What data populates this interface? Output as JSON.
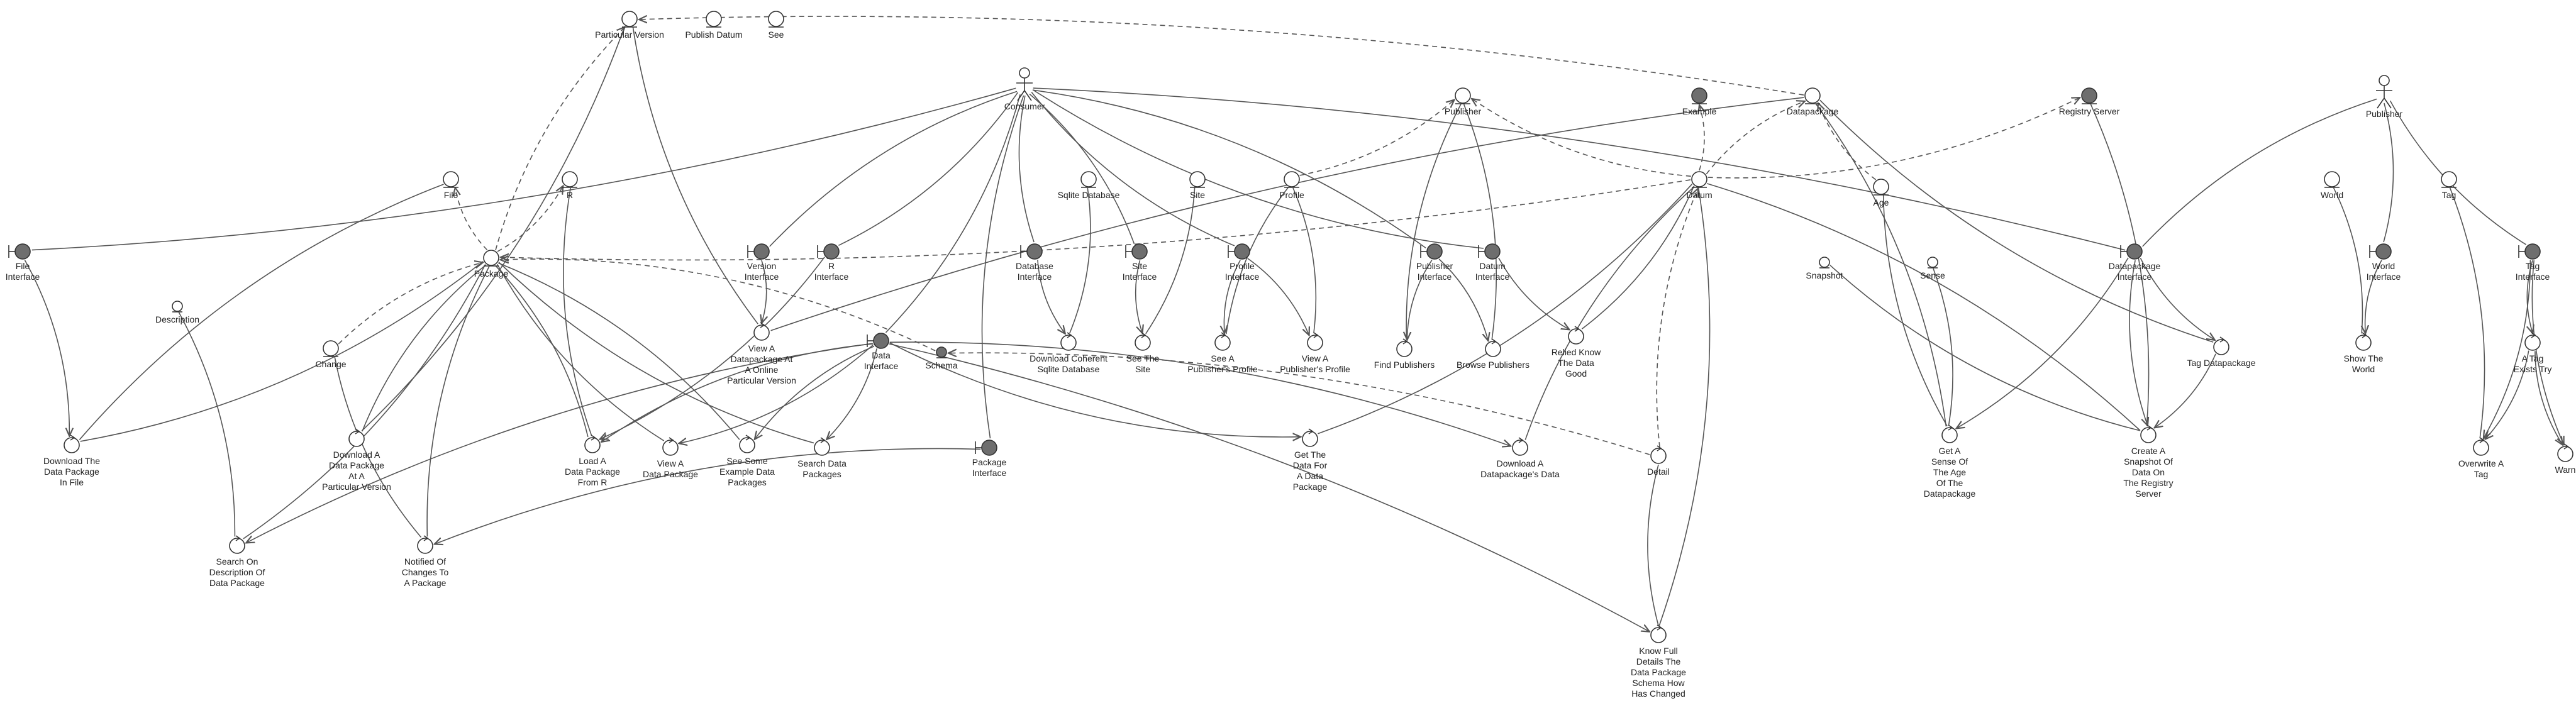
{
  "nodes": [
    {
      "id": "particular_version",
      "kind": "entity",
      "label": "Particular Version"
    },
    {
      "id": "publish_datum",
      "kind": "entity",
      "label": "Publish Datum"
    },
    {
      "id": "see",
      "kind": "entity",
      "label": "See"
    },
    {
      "id": "consumer",
      "kind": "actor",
      "label": "Consumer"
    },
    {
      "id": "publisher_e",
      "kind": "entity",
      "label": "Publisher"
    },
    {
      "id": "example",
      "kind": "entity_dark",
      "label": "Example"
    },
    {
      "id": "datapackage",
      "kind": "entity",
      "label": "Datapackage"
    },
    {
      "id": "registry_server",
      "kind": "entity_dark",
      "label": "Registry Server"
    },
    {
      "id": "publisher_actor",
      "kind": "actor",
      "label": "Publisher"
    },
    {
      "id": "file",
      "kind": "entity",
      "label": "File"
    },
    {
      "id": "r_e",
      "kind": "entity",
      "label": "R"
    },
    {
      "id": "sqlite_db",
      "kind": "entity",
      "label": "Sqlite Database"
    },
    {
      "id": "site_e",
      "kind": "entity",
      "label": "Site"
    },
    {
      "id": "profile_e",
      "kind": "entity",
      "label": "Profile"
    },
    {
      "id": "datum",
      "kind": "entity",
      "label": "Datum"
    },
    {
      "id": "age",
      "kind": "entity",
      "label": "Age"
    },
    {
      "id": "world_e",
      "kind": "entity",
      "label": "World"
    },
    {
      "id": "tag_e",
      "kind": "entity",
      "label": "Tag"
    },
    {
      "id": "file_iface",
      "kind": "boundary",
      "label": "File\nInterface"
    },
    {
      "id": "package",
      "kind": "entity",
      "label": "Package"
    },
    {
      "id": "version_iface",
      "kind": "boundary",
      "label": "Version\nInterface"
    },
    {
      "id": "r_iface",
      "kind": "boundary",
      "label": "R\nInterface"
    },
    {
      "id": "db_iface",
      "kind": "boundary",
      "label": "Database\nInterface"
    },
    {
      "id": "site_iface",
      "kind": "boundary",
      "label": "Site\nInterface"
    },
    {
      "id": "profile_iface",
      "kind": "boundary",
      "label": "Profile\nInterface"
    },
    {
      "id": "publisher_iface",
      "kind": "boundary",
      "label": "Publisher\nInterface"
    },
    {
      "id": "datum_iface",
      "kind": "boundary",
      "label": "Datum\nInterface"
    },
    {
      "id": "snapshot",
      "kind": "entity_small",
      "label": "Snapshot"
    },
    {
      "id": "sense",
      "kind": "entity_small",
      "label": "Sense"
    },
    {
      "id": "datapackage_iface",
      "kind": "boundary",
      "label": "Datapackage\nInterface"
    },
    {
      "id": "world_iface",
      "kind": "boundary",
      "label": "World\nInterface"
    },
    {
      "id": "tag_iface",
      "kind": "boundary",
      "label": "Tag\nInterface"
    },
    {
      "id": "description",
      "kind": "entity_small",
      "label": "Description"
    },
    {
      "id": "change",
      "kind": "entity",
      "label": "Change"
    },
    {
      "id": "view_online",
      "kind": "control",
      "label": "View A\nDatapackage At\nA Online\nParticular Version"
    },
    {
      "id": "data_iface",
      "kind": "boundary",
      "label": "Data\nInterface"
    },
    {
      "id": "schema",
      "kind": "entity_small_dark",
      "label": "Schema"
    },
    {
      "id": "dl_coherent",
      "kind": "control",
      "label": "Download Coherent\nSqlite Database"
    },
    {
      "id": "see_site",
      "kind": "control",
      "label": "See The\nSite"
    },
    {
      "id": "see_profile",
      "kind": "control",
      "label": "See A\nPublisher's Profile"
    },
    {
      "id": "view_profile",
      "kind": "control",
      "label": "View A\nPublisher's Profile"
    },
    {
      "id": "find_publishers",
      "kind": "control",
      "label": "Find Publishers"
    },
    {
      "id": "browse_publishers",
      "kind": "control",
      "label": "Browse Publishers"
    },
    {
      "id": "relied_know",
      "kind": "control",
      "label": "Relied Know\nThe Data\nGood"
    },
    {
      "id": "tag_datapackage",
      "kind": "control",
      "label": "Tag Datapackage"
    },
    {
      "id": "show_world",
      "kind": "control",
      "label": "Show The\nWorld"
    },
    {
      "id": "a_tag_exists",
      "kind": "control",
      "label": "A Tag\nExists Try"
    },
    {
      "id": "dl_in_file",
      "kind": "control",
      "label": "Download The\nData Package\nIn File"
    },
    {
      "id": "dl_at_version",
      "kind": "control",
      "label": "Download A\nData Package\nAt A\nParticular Version"
    },
    {
      "id": "load_from_r",
      "kind": "control",
      "label": "Load A\nData Package\nFrom R"
    },
    {
      "id": "view_dp",
      "kind": "control",
      "label": "View A\nData Package"
    },
    {
      "id": "see_examples",
      "kind": "control",
      "label": "See Some\nExample Data\nPackages"
    },
    {
      "id": "search_dp",
      "kind": "control",
      "label": "Search Data\nPackages"
    },
    {
      "id": "package_iface",
      "kind": "boundary",
      "label": "Package\nInterface"
    },
    {
      "id": "get_data",
      "kind": "control",
      "label": "Get The\nData For\nA Data\nPackage"
    },
    {
      "id": "dl_datum",
      "kind": "control",
      "label": "Download A\nDatapackage's Data"
    },
    {
      "id": "detail",
      "kind": "control",
      "label": "Detail"
    },
    {
      "id": "get_sense",
      "kind": "control",
      "label": "Get A\nSense Of\nThe Age\nOf The\nDatapackage"
    },
    {
      "id": "create_snapshot",
      "kind": "control",
      "label": "Create A\nSnapshot Of\nData On\nThe Registry\nServer"
    },
    {
      "id": "overwrite_tag",
      "kind": "control",
      "label": "Overwrite A\nTag"
    },
    {
      "id": "warn",
      "kind": "control",
      "label": "Warn"
    },
    {
      "id": "search_desc",
      "kind": "control",
      "label": "Search On\nDescription Of\nData Package"
    },
    {
      "id": "notified",
      "kind": "control",
      "label": "Notified Of\nChanges To\nA Package"
    },
    {
      "id": "know_full",
      "kind": "control",
      "label": "Know Full\nDetails The\nData Package\nSchema How\nHas Changed"
    }
  ],
  "edges": [
    {
      "from": "consumer",
      "to": "file_iface",
      "style": "solid"
    },
    {
      "from": "consumer",
      "to": "version_iface",
      "style": "solid"
    },
    {
      "from": "consumer",
      "to": "r_iface",
      "style": "solid"
    },
    {
      "from": "consumer",
      "to": "db_iface",
      "style": "solid"
    },
    {
      "from": "consumer",
      "to": "data_iface",
      "style": "solid"
    },
    {
      "from": "consumer",
      "to": "package_iface",
      "style": "solid"
    },
    {
      "from": "consumer",
      "to": "site_iface",
      "style": "solid"
    },
    {
      "from": "consumer",
      "to": "profile_iface",
      "style": "solid"
    },
    {
      "from": "consumer",
      "to": "publisher_iface",
      "style": "solid"
    },
    {
      "from": "consumer",
      "to": "datum_iface",
      "style": "solid"
    },
    {
      "from": "consumer",
      "to": "datapackage_iface",
      "style": "solid"
    },
    {
      "from": "publisher_actor",
      "to": "datapackage_iface",
      "style": "solid"
    },
    {
      "from": "publisher_actor",
      "to": "world_iface",
      "style": "solid"
    },
    {
      "from": "publisher_actor",
      "to": "tag_iface",
      "style": "solid"
    },
    {
      "from": "file_iface",
      "to": "dl_in_file",
      "style": "arrow"
    },
    {
      "from": "file",
      "to": "dl_in_file",
      "style": "solid"
    },
    {
      "from": "version_iface",
      "to": "view_online",
      "style": "arrow"
    },
    {
      "from": "particular_version",
      "to": "view_online",
      "style": "solid"
    },
    {
      "from": "particular_version",
      "to": "dl_at_version",
      "style": "solid"
    },
    {
      "from": "r_e",
      "to": "load_from_r",
      "style": "solid"
    },
    {
      "from": "r_iface",
      "to": "load_from_r",
      "style": "arrow"
    },
    {
      "from": "db_iface",
      "to": "dl_coherent",
      "style": "arrow"
    },
    {
      "from": "sqlite_db",
      "to": "dl_coherent",
      "style": "solid"
    },
    {
      "from": "site_iface",
      "to": "see_site",
      "style": "arrow"
    },
    {
      "from": "site_e",
      "to": "see_site",
      "style": "solid"
    },
    {
      "from": "profile_iface",
      "to": "see_profile",
      "style": "arrow"
    },
    {
      "from": "profile_iface",
      "to": "view_profile",
      "style": "arrow"
    },
    {
      "from": "profile_e",
      "to": "see_profile",
      "style": "solid"
    },
    {
      "from": "profile_e",
      "to": "view_profile",
      "style": "solid"
    },
    {
      "from": "publisher_iface",
      "to": "find_publishers",
      "style": "arrow"
    },
    {
      "from": "publisher_iface",
      "to": "browse_publishers",
      "style": "arrow"
    },
    {
      "from": "publisher_e",
      "to": "find_publishers",
      "style": "solid"
    },
    {
      "from": "publisher_e",
      "to": "browse_publishers",
      "style": "solid"
    },
    {
      "from": "datum_iface",
      "to": "relied_know",
      "style": "arrow"
    },
    {
      "from": "datum",
      "to": "relied_know",
      "style": "solid"
    },
    {
      "from": "datapackage_iface",
      "to": "tag_datapackage",
      "style": "arrow"
    },
    {
      "from": "datapackage_iface",
      "to": "get_sense",
      "style": "arrow"
    },
    {
      "from": "datapackage_iface",
      "to": "create_snapshot",
      "style": "arrow"
    },
    {
      "from": "tag_datapackage",
      "to": "create_snapshot",
      "style": "arrow"
    },
    {
      "from": "datapackage",
      "to": "tag_datapackage",
      "style": "solid"
    },
    {
      "from": "registry_server",
      "to": "create_snapshot",
      "style": "solid"
    },
    {
      "from": "snapshot",
      "to": "create_snapshot",
      "style": "solid"
    },
    {
      "from": "datum",
      "to": "create_snapshot",
      "style": "solid"
    },
    {
      "from": "world_iface",
      "to": "show_world",
      "style": "arrow"
    },
    {
      "from": "world_e",
      "to": "show_world",
      "style": "solid"
    },
    {
      "from": "tag_iface",
      "to": "a_tag_exists",
      "style": "arrow"
    },
    {
      "from": "tag_iface",
      "to": "overwrite_tag",
      "style": "arrow"
    },
    {
      "from": "tag_iface",
      "to": "warn",
      "style": "arrow"
    },
    {
      "from": "a_tag_exists",
      "to": "overwrite_tag",
      "style": "arrow"
    },
    {
      "from": "a_tag_exists",
      "to": "warn",
      "style": "arrow"
    },
    {
      "from": "tag_e",
      "to": "overwrite_tag",
      "style": "solid"
    },
    {
      "from": "data_iface",
      "to": "load_from_r",
      "style": "arrow"
    },
    {
      "from": "data_iface",
      "to": "view_dp",
      "style": "arrow"
    },
    {
      "from": "data_iface",
      "to": "see_examples",
      "style": "arrow"
    },
    {
      "from": "data_iface",
      "to": "search_dp",
      "style": "arrow"
    },
    {
      "from": "data_iface",
      "to": "get_data",
      "style": "arrow"
    },
    {
      "from": "data_iface",
      "to": "dl_datum",
      "style": "arrow"
    },
    {
      "from": "data_iface",
      "to": "search_desc",
      "style": "arrow"
    },
    {
      "from": "data_iface",
      "to": "know_full",
      "style": "arrow"
    },
    {
      "from": "package_iface",
      "to": "notified",
      "style": "arrow"
    },
    {
      "from": "package",
      "to": "dl_in_file",
      "style": "solid"
    },
    {
      "from": "package",
      "to": "dl_at_version",
      "style": "solid"
    },
    {
      "from": "package",
      "to": "load_from_r",
      "style": "solid"
    },
    {
      "from": "package",
      "to": "view_dp",
      "style": "solid"
    },
    {
      "from": "package",
      "to": "see_examples",
      "style": "solid"
    },
    {
      "from": "package",
      "to": "search_dp",
      "style": "solid"
    },
    {
      "from": "package",
      "to": "search_desc",
      "style": "solid"
    },
    {
      "from": "package",
      "to": "notified",
      "style": "solid"
    },
    {
      "from": "description",
      "to": "search_desc",
      "style": "solid"
    },
    {
      "from": "change",
      "to": "notified",
      "style": "solid"
    },
    {
      "from": "datum",
      "to": "get_data",
      "style": "solid"
    },
    {
      "from": "datum",
      "to": "dl_datum",
      "style": "solid"
    },
    {
      "from": "datum",
      "to": "know_full",
      "style": "solid"
    },
    {
      "from": "detail",
      "to": "know_full",
      "style": "solid"
    },
    {
      "from": "sense",
      "to": "get_sense",
      "style": "solid"
    },
    {
      "from": "age",
      "to": "get_sense",
      "style": "solid"
    },
    {
      "from": "datapackage",
      "to": "get_sense",
      "style": "solid"
    },
    {
      "from": "datapackage",
      "to": "view_online",
      "style": "solid"
    },
    {
      "from": "package",
      "to": "file",
      "style": "dashed"
    },
    {
      "from": "package",
      "to": "r_e",
      "style": "dashed"
    },
    {
      "from": "package",
      "to": "particular_version",
      "style": "dashed"
    },
    {
      "from": "datapackage",
      "to": "particular_version",
      "style": "dashed"
    },
    {
      "from": "datum",
      "to": "package",
      "style": "dashed"
    },
    {
      "from": "datum",
      "to": "example",
      "style": "dashed"
    },
    {
      "from": "datum",
      "to": "datapackage",
      "style": "dashed"
    },
    {
      "from": "datum",
      "to": "registry_server",
      "style": "dashed"
    },
    {
      "from": "datum",
      "to": "publisher_e",
      "style": "dashed"
    },
    {
      "from": "profile_e",
      "to": "publisher_e",
      "style": "dashed"
    },
    {
      "from": "age",
      "to": "datapackage",
      "style": "dashed"
    },
    {
      "from": "schema",
      "to": "package",
      "style": "dashed"
    },
    {
      "from": "change",
      "to": "package",
      "style": "dashed"
    },
    {
      "from": "detail",
      "to": "schema",
      "style": "dashed"
    },
    {
      "from": "detail",
      "to": "datum",
      "style": "dashed"
    }
  ]
}
